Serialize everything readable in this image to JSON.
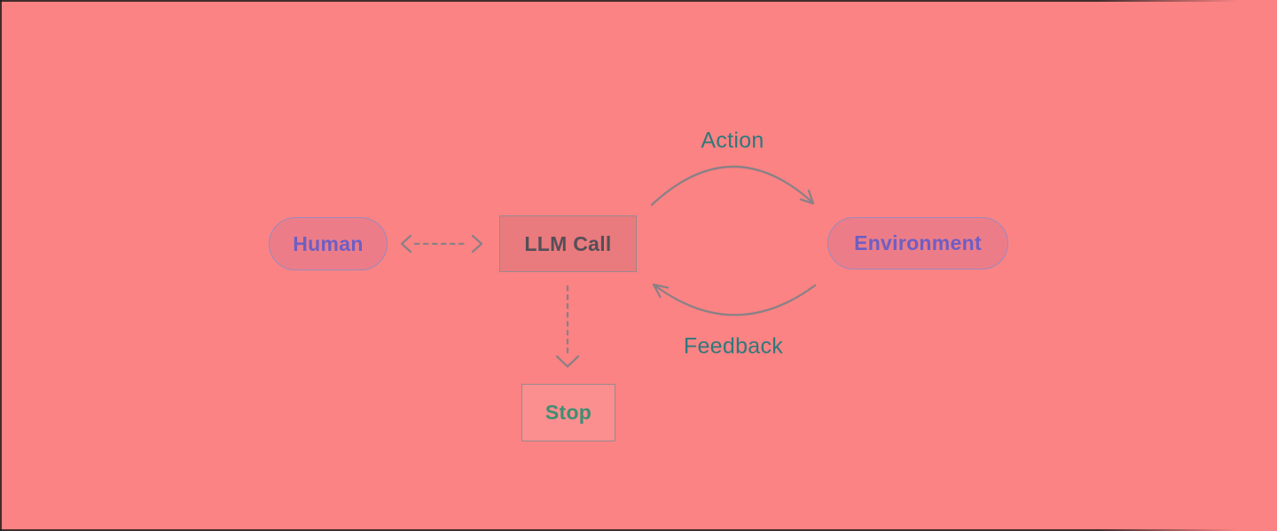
{
  "diagram": {
    "nodes": {
      "human": {
        "label": "Human",
        "shape": "pill"
      },
      "llm_call": {
        "label": "LLM Call",
        "shape": "rect"
      },
      "environment": {
        "label": "Environment",
        "shape": "pill"
      },
      "stop": {
        "label": "Stop",
        "shape": "rect"
      }
    },
    "edges": {
      "action": {
        "label": "Action",
        "from": "llm_call",
        "to": "environment",
        "style": "curved-solid-arrow"
      },
      "feedback": {
        "label": "Feedback",
        "from": "environment",
        "to": "llm_call",
        "style": "curved-solid-arrow"
      },
      "human_llm": {
        "from": "human",
        "to": "llm_call",
        "style": "dashed-double-arrow"
      },
      "llm_stop": {
        "from": "llm_call",
        "to": "stop",
        "style": "dashed-arrow"
      }
    }
  },
  "colors": {
    "bg": "#fb8383",
    "purple_text": "#6e5ec4",
    "dark_text": "#544f58",
    "teal_text": "#2f787e",
    "green_text": "#3f8e73",
    "arrow_gray": "#8b8087",
    "box_border": "#9a878d",
    "pill_border": "#9a89bd",
    "screen_edge": "#231d1e"
  }
}
